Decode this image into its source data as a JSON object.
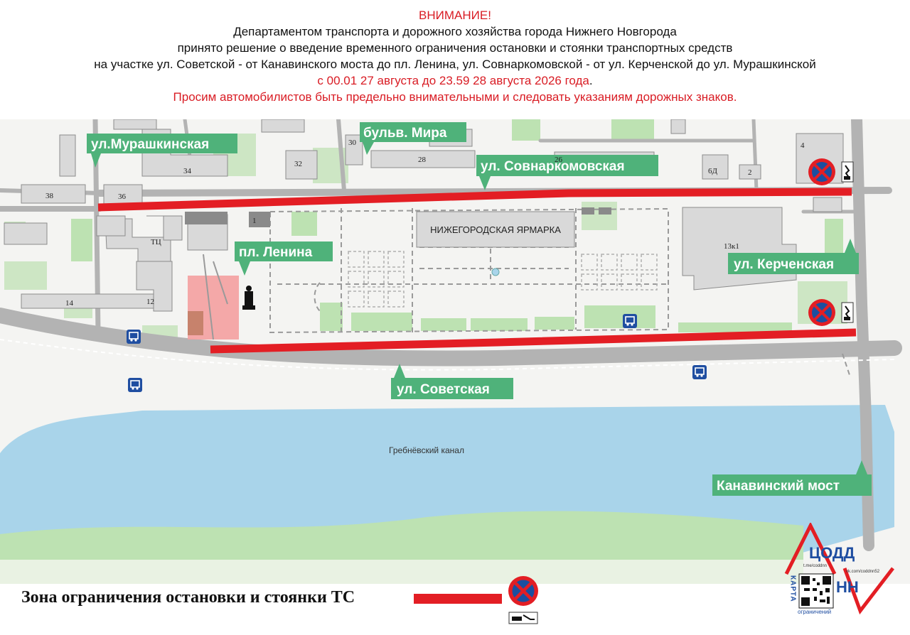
{
  "notice": {
    "title": "ВНИМАНИЕ!",
    "line1": "Департаментом транспорта и дорожного хозяйства города Нижнего Новгорода",
    "line2": "принято решение о введение временного ограничения остановки и стоянки транспортных средств",
    "line3": "на участке ул. Советской - от Канавинского моста до пл. Ленина, ул. Совнаркомовской - от ул. Керченской до ул. Мурашкинской",
    "period": "с 00.01 27 августа до 23.59 28 августа 2026 года",
    "period_suffix": ".",
    "appeal": "Просим автомобилистов быть предельно внимательными и следовать указаниям дорожных знаков."
  },
  "map": {
    "streets": {
      "murashkinskaya": "ул.Мурашкинская",
      "mira": "бульв. Мира",
      "sovnarkomovskaya": "ул. Совнаркомовская",
      "lenina": "пл. Ленина",
      "kerchenskaya": "ул. Керченская",
      "sovetskaya": "ул. Советская",
      "kanavinsky_bridge": "Канавинский мост"
    },
    "landmarks": {
      "fair": "НИЖЕГОРОДСКАЯ ЯРМАРКА",
      "canal": "Гребнёвский канал",
      "mall": "ТЦ"
    },
    "building_numbers": {
      "b38": "38",
      "b36": "36",
      "b34": "34",
      "b32": "32",
      "b30": "30",
      "b28": "28",
      "b26": "26",
      "b6d": "6Д",
      "b2": "2",
      "b4": "4",
      "b1": "1",
      "b14": "14",
      "b12": "12",
      "b13k1": "13к1"
    },
    "colors": {
      "restriction_zone": "#e31e24",
      "water": "#a9d4ea",
      "green_area": "#b8deb0",
      "street_label": "#4fb27a",
      "road": "#b3b3b3",
      "building": "#d9d9d9"
    },
    "icons": [
      "no-stopping-sign-icon",
      "tow-truck-icon",
      "bus-stop-icon",
      "monument-icon",
      "fountain-icon"
    ]
  },
  "legend": {
    "label": "Зона ограничения остановки и стоянки ТС",
    "color": "#e31e24"
  },
  "logo": {
    "brand": "ЦОДД",
    "abbr": "НН",
    "vertical": "КАРТА",
    "caption": "ограничений",
    "small_left": "t.me/coddnn",
    "small_right": "vk.com/coddnn52"
  }
}
